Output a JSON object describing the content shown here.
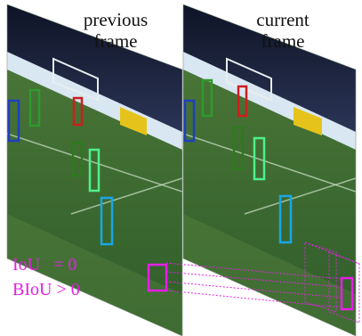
{
  "labels": {
    "previous_line1": "previous",
    "previous_line2": "frame",
    "current_line1": "current",
    "current_line2": "frame"
  },
  "annotations": {
    "iou": "IoU   = 0",
    "biou": "BIoU > 0"
  },
  "colors": {
    "background": "#ffffff",
    "pitch_dark": "#2f5d2a",
    "pitch_light": "#5f8a45",
    "stands": "#1e2640",
    "billboard": "#d9e7f2",
    "sponsor_yellow": "#e6c31a",
    "magenta": "#e61ee6",
    "blue_box": "#1f3fbf",
    "green_box": "#2e9a2e",
    "red_box": "#cc1f1f",
    "light_green_box": "#4ef08a",
    "cyan_box": "#19a6e6"
  },
  "diagram": {
    "frames": [
      {
        "name": "previous-frame",
        "boxes": [
          "blue",
          "green",
          "red",
          "dark-green",
          "light-green",
          "cyan",
          "magenta"
        ]
      },
      {
        "name": "current-frame",
        "boxes": [
          "blue",
          "green",
          "red",
          "dark-green",
          "light-green",
          "cyan",
          "magenta"
        ]
      }
    ],
    "connector": "magenta dotted lines with buffered box outlines"
  }
}
